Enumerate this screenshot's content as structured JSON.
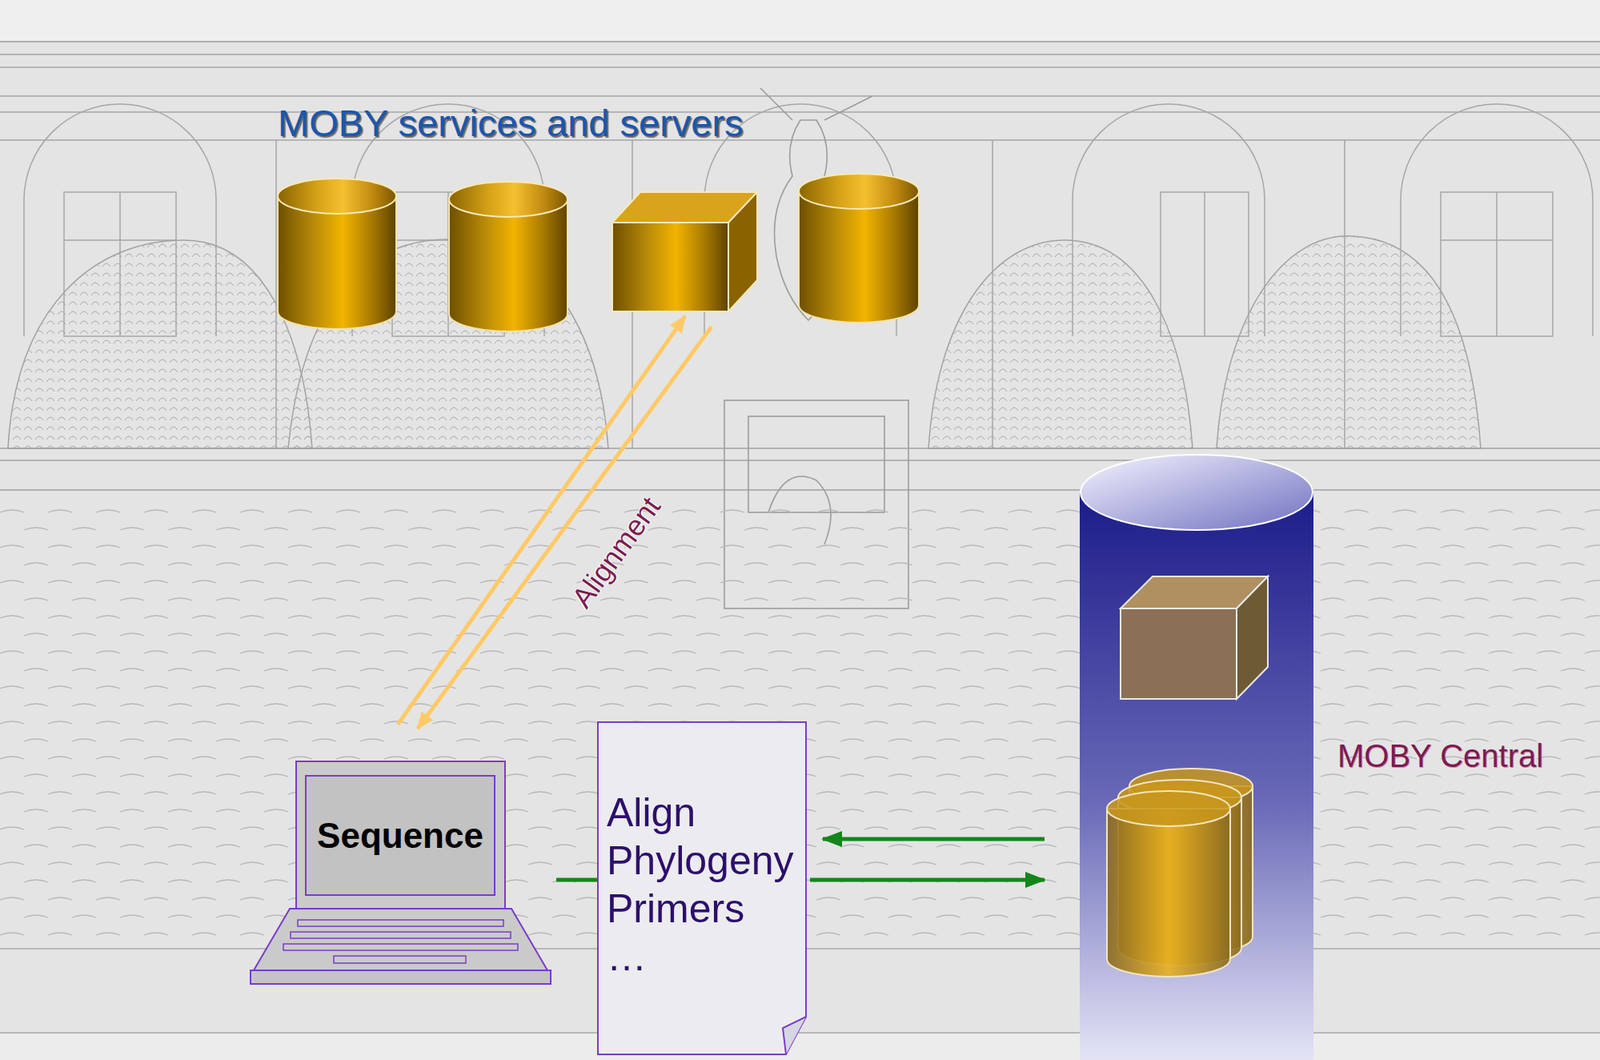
{
  "diagram": {
    "nodes": [
      {
        "text": [
          "Sequence"
        ]
      },
      {
        "text": [
          "Align Phylogeny Primers …"
        ]
      },
      {
        "text": [
          "MOBY Central"
        ]
      }
    ],
    "edges": [
      {
        "from": 0,
        "to": 1,
        "arrow": "none"
      },
      {
        "from": 1,
        "to": 2,
        "arrow": "to"
      },
      {
        "from": 2,
        "to": 1,
        "arrow": "to"
      }
    ],
    "labels": [
      "MOBY services and servers",
      "Alignment"
    ]
  }
}
